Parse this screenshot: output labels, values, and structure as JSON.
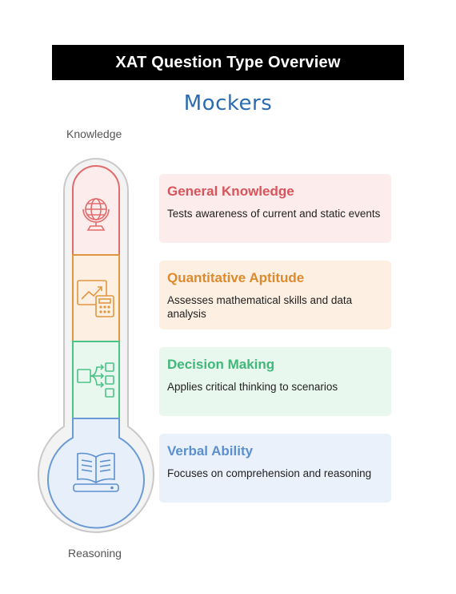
{
  "title": "XAT Question Type Overview",
  "logo": {
    "text": "Mockers"
  },
  "scale": {
    "top_label": "Knowledge",
    "bottom_label": "Reasoning"
  },
  "sections": [
    {
      "title": "General Knowledge",
      "description": "Tests awareness of current and static events",
      "color": "#d9545a",
      "icon": "globe-icon"
    },
    {
      "title": "Quantitative Aptitude",
      "description": "Assesses mathematical skills and data analysis",
      "color": "#dc8a2d",
      "icon": "calculator-chart-icon"
    },
    {
      "title": "Decision Making",
      "description": "Applies critical thinking to scenarios",
      "color": "#3fb879",
      "icon": "decision-flow-icon"
    },
    {
      "title": "Verbal Ability",
      "description": "Focuses on comprehension and reasoning",
      "color": "#5b8fcf",
      "icon": "book-icon"
    }
  ]
}
